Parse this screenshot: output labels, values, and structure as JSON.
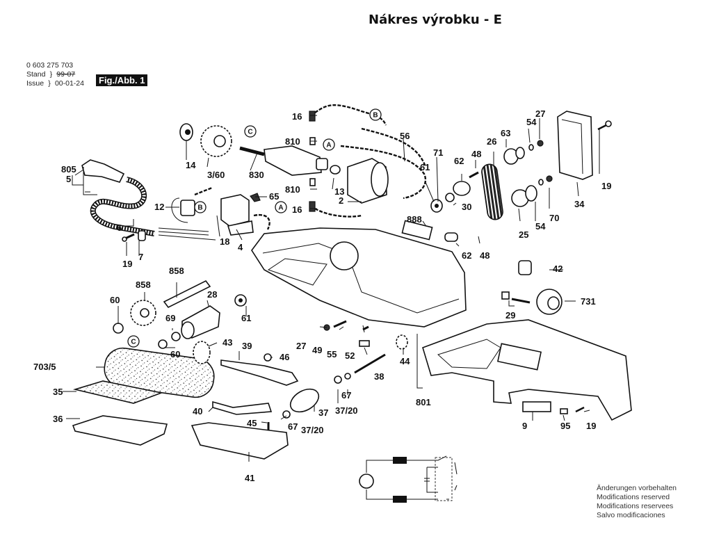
{
  "header": {
    "title": "Nákres výrobku - E",
    "part_number": "0 603 275 703",
    "stand_label": "Stand",
    "stand_value": "99-07",
    "issue_label": "Issue",
    "issue_value": "00-01-24",
    "figure_badge": "Fig./Abb. 1"
  },
  "footer": {
    "lines": [
      "Änderungen vorbehalten",
      "Modifications reserved",
      "Modifications reservees",
      "Salvo modificaciones"
    ]
  },
  "reference_markers": [
    "A",
    "B",
    "C"
  ],
  "parts": [
    {
      "id": "p14",
      "label": "14"
    },
    {
      "id": "p3_60",
      "label": "3/60"
    },
    {
      "id": "p830",
      "label": "830"
    },
    {
      "id": "p805",
      "label": "805"
    },
    {
      "id": "p5",
      "label": "5"
    },
    {
      "id": "p12",
      "label": "12"
    },
    {
      "id": "p65",
      "label": "65"
    },
    {
      "id": "p6",
      "label": "6"
    },
    {
      "id": "p18",
      "label": "18"
    },
    {
      "id": "p4",
      "label": "4"
    },
    {
      "id": "p19a",
      "label": "19"
    },
    {
      "id": "p7",
      "label": "7"
    },
    {
      "id": "p16a",
      "label": "16"
    },
    {
      "id": "p810a",
      "label": "810"
    },
    {
      "id": "p810b",
      "label": "810"
    },
    {
      "id": "p16b",
      "label": "16"
    },
    {
      "id": "p13",
      "label": "13"
    },
    {
      "id": "p2",
      "label": "2"
    },
    {
      "id": "p56",
      "label": "56"
    },
    {
      "id": "p71",
      "label": "71"
    },
    {
      "id": "p61a",
      "label": "61"
    },
    {
      "id": "p62a",
      "label": "62"
    },
    {
      "id": "p30",
      "label": "30"
    },
    {
      "id": "p48a",
      "label": "48"
    },
    {
      "id": "p26",
      "label": "26"
    },
    {
      "id": "p63",
      "label": "63"
    },
    {
      "id": "p54a",
      "label": "54"
    },
    {
      "id": "p27a",
      "label": "27"
    },
    {
      "id": "p19b",
      "label": "19"
    },
    {
      "id": "p34",
      "label": "34"
    },
    {
      "id": "p25",
      "label": "25"
    },
    {
      "id": "p54b",
      "label": "54"
    },
    {
      "id": "p70",
      "label": "70"
    },
    {
      "id": "p888",
      "label": "888"
    },
    {
      "id": "p62b",
      "label": "62"
    },
    {
      "id": "p48b",
      "label": "48"
    },
    {
      "id": "p42",
      "label": "42"
    },
    {
      "id": "p731",
      "label": "731"
    },
    {
      "id": "p29",
      "label": "29"
    },
    {
      "id": "p858a",
      "label": "858"
    },
    {
      "id": "p858b",
      "label": "858"
    },
    {
      "id": "p60a",
      "label": "60"
    },
    {
      "id": "p28",
      "label": "28"
    },
    {
      "id": "p61b",
      "label": "61"
    },
    {
      "id": "p69",
      "label": "69"
    },
    {
      "id": "p60b",
      "label": "60"
    },
    {
      "id": "p43",
      "label": "43"
    },
    {
      "id": "p39",
      "label": "39"
    },
    {
      "id": "p46",
      "label": "46"
    },
    {
      "id": "p27b",
      "label": "27"
    },
    {
      "id": "p49",
      "label": "49"
    },
    {
      "id": "p55",
      "label": "55"
    },
    {
      "id": "p52",
      "label": "52"
    },
    {
      "id": "p44",
      "label": "44"
    },
    {
      "id": "p38",
      "label": "38"
    },
    {
      "id": "p703_5",
      "label": "703/5"
    },
    {
      "id": "p35",
      "label": "35"
    },
    {
      "id": "p36",
      "label": "36"
    },
    {
      "id": "p40",
      "label": "40"
    },
    {
      "id": "p45",
      "label": "45"
    },
    {
      "id": "p67a",
      "label": "67"
    },
    {
      "id": "p37_20a",
      "label": "37/20"
    },
    {
      "id": "p37",
      "label": "37"
    },
    {
      "id": "p67b",
      "label": "67"
    },
    {
      "id": "p37_20b",
      "label": "37/20"
    },
    {
      "id": "p801",
      "label": "801"
    },
    {
      "id": "p41",
      "label": "41"
    },
    {
      "id": "p9",
      "label": "9"
    },
    {
      "id": "p95",
      "label": "95"
    },
    {
      "id": "p19c",
      "label": "19"
    }
  ]
}
